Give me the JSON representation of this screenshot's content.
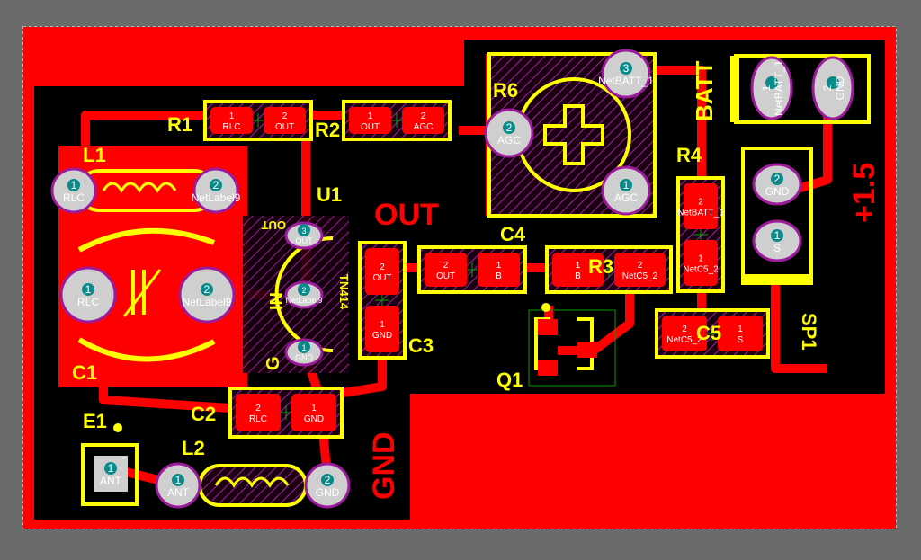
{
  "colors": {
    "background": "#6b6b6b",
    "board": "#000000",
    "copper": "#ff0000",
    "silkscreen": "#ffff00",
    "pad": "#cfcfcf",
    "via_hole": "#0a8a8a",
    "overlay": "#9b1b9b",
    "pad_text": "#ffffff"
  },
  "designators": {
    "R1": "R1",
    "R2": "R2",
    "R6": "R6",
    "L1": "L1",
    "U1": "U1",
    "C4": "C4",
    "R4": "R4",
    "R3": "R3",
    "C1": "C1",
    "C3": "C3",
    "C5": "C5",
    "SP1": "SP1",
    "Q1": "Q1",
    "C2": "C2",
    "E1": "E1",
    "L2": "L2"
  },
  "board_labels": {
    "batt": "BATT",
    "plus_1_5": "+1.5",
    "out": "OUT",
    "gnd": "GND",
    "u1_out": "OUT",
    "u1_in": "IN",
    "u1_g": "G",
    "u1_part": "TN414"
  },
  "pads": {
    "r1_1": {
      "num": "1",
      "net": "RLC"
    },
    "r1_2": {
      "num": "2",
      "net": "OUT"
    },
    "r2_1": {
      "num": "1",
      "net": "OUT"
    },
    "r2_2": {
      "num": "2",
      "net": "AGC"
    },
    "r6_3": {
      "num": "3",
      "net": "NetBATT_1"
    },
    "r6_2": {
      "num": "2",
      "net": "AGC"
    },
    "r6_1": {
      "num": "1",
      "net": "AGC"
    },
    "batt_1": {
      "num": "1",
      "net": "NetBATT_1"
    },
    "batt_2": {
      "num": "2",
      "net": "GND"
    },
    "l1_1": {
      "num": "1",
      "net": "RLC"
    },
    "l1_2": {
      "num": "2",
      "net": "NetLabel9"
    },
    "c1_1": {
      "num": "1",
      "net": "RLC"
    },
    "c1_2": {
      "num": "2",
      "net": "NetLabel9"
    },
    "u1_3": {
      "num": "3",
      "net": "OUT"
    },
    "u1_2": {
      "num": "2",
      "net": "NetLabel9"
    },
    "u1_1": {
      "num": "1",
      "net": "GND"
    },
    "c3_2": {
      "num": "2",
      "net": "OUT"
    },
    "c3_1": {
      "num": "1",
      "net": "GND"
    },
    "c4_2": {
      "num": "2",
      "net": "OUT"
    },
    "c4_1": {
      "num": "1",
      "net": "B"
    },
    "r3_1": {
      "num": "1",
      "net": "B"
    },
    "r3_2": {
      "num": "2",
      "net": "NetC5_2"
    },
    "r4_2": {
      "num": "2",
      "net": "NetBATT_1"
    },
    "r4_1": {
      "num": "1",
      "net": "NetC5_2"
    },
    "sp1_2": {
      "num": "2",
      "net": "GND"
    },
    "sp1_1": {
      "num": "1",
      "net": "S"
    },
    "c5_2": {
      "num": "2",
      "net": "NetC5_2"
    },
    "c5_1": {
      "num": "1",
      "net": "S"
    },
    "c2_2": {
      "num": "2",
      "net": "RLC"
    },
    "c2_1": {
      "num": "1",
      "net": "GND"
    },
    "e1_1": {
      "num": "1",
      "net": "ANT"
    },
    "l2_1": {
      "num": "1",
      "net": "ANT"
    },
    "l2_2": {
      "num": "2",
      "net": "GND"
    }
  }
}
